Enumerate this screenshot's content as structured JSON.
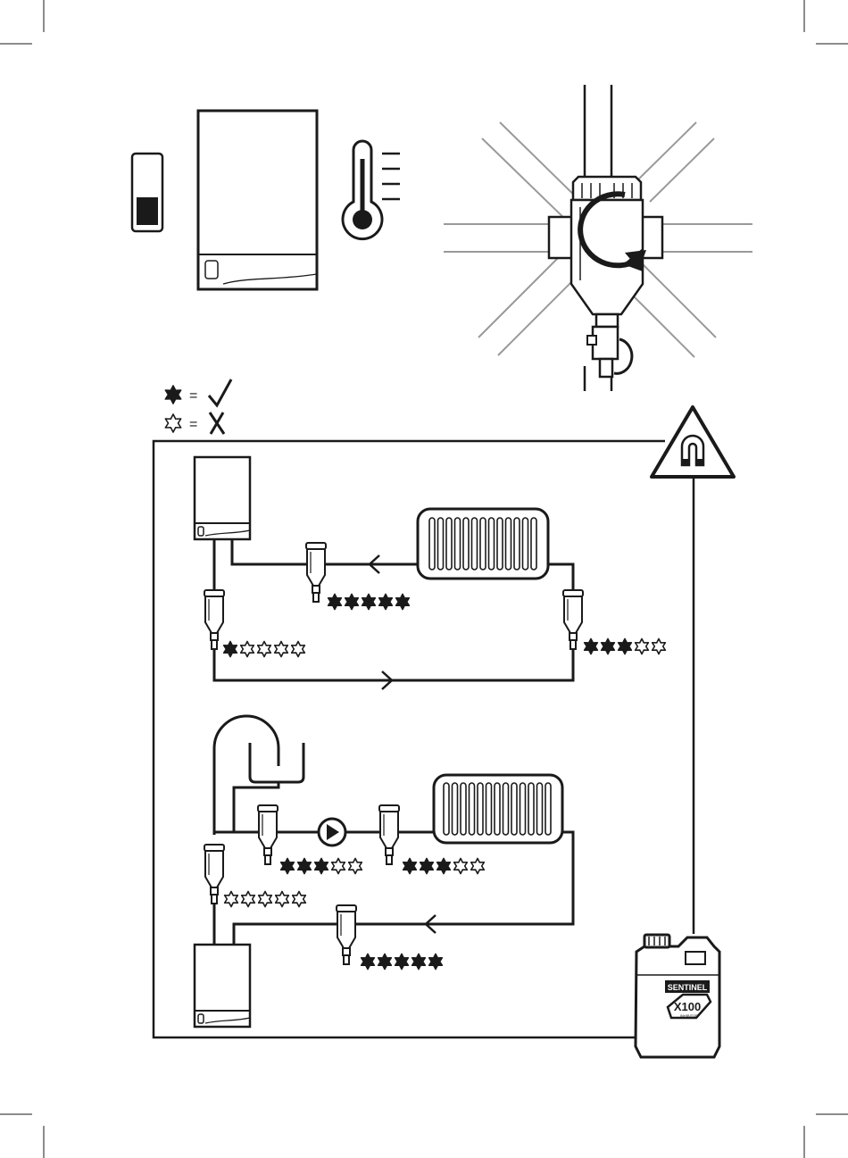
{
  "legend": {
    "filled_star": "filled-star-icon",
    "outline_star": "outline-star-icon",
    "filled_meaning_icon": "check-icon",
    "outline_meaning_icon": "cross-icon",
    "equals": "="
  },
  "colors": {
    "ink": "#1a1a1a",
    "grey_line": "#9a9a9a",
    "background": "#ffffff"
  },
  "ratings": {
    "upper_return_filter": {
      "filled": 5,
      "total": 5
    },
    "upper_boiler_filter": {
      "filled": 1,
      "total": 5
    },
    "upper_radiator_filter": {
      "filled": 3,
      "total": 5
    },
    "lower_pump_filter": {
      "filled": 3,
      "total": 5
    },
    "lower_radiator_filter": {
      "filled": 3,
      "total": 5
    },
    "lower_boiler_filter": {
      "filled": 0,
      "total": 5
    },
    "lower_return_filter": {
      "filled": 5,
      "total": 5
    }
  },
  "bottle": {
    "brand": "SENTINEL",
    "product": "X100",
    "subtext": "INHIBITOR"
  },
  "icons": {
    "warning": "magnet-warning-icon",
    "thermometer": "thermometer-icon",
    "rotation": "rotation-arrow-icon",
    "pump": "pump-icon"
  }
}
